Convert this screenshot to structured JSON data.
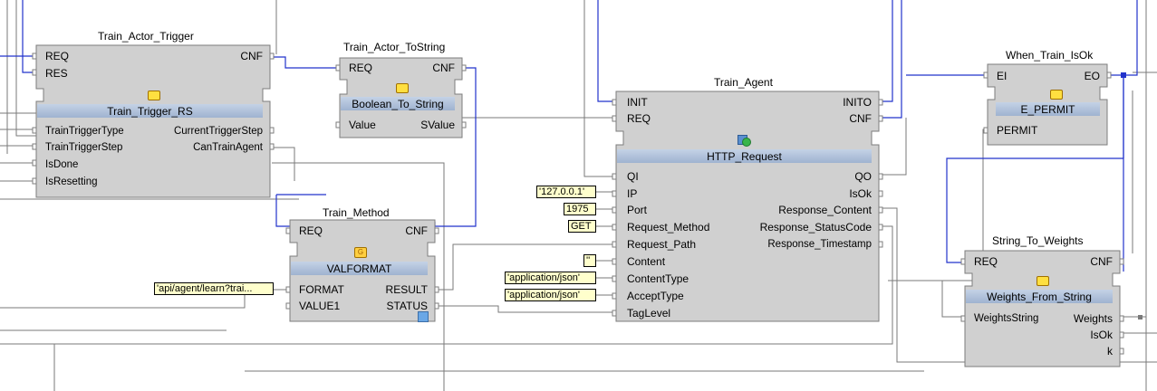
{
  "colors": {
    "event_wire": "#2233cc",
    "data_wire": "#777777",
    "block_fill": "#cfcfcf",
    "type_band": "#aabcd6",
    "const_fill": "#ffffcc"
  },
  "blocks": {
    "train_actor_trigger": {
      "name": "Train_Actor_Trigger",
      "type": "Train_Trigger_RS",
      "ev_in": [
        "REQ",
        "RES"
      ],
      "ev_out": [
        "CNF"
      ],
      "data_in": [
        "TrainTriggerType",
        "TrainTriggerStep",
        "IsDone",
        "IsResetting"
      ],
      "data_out": [
        "CurrentTriggerStep",
        "CanTrainAgent"
      ]
    },
    "train_actor_tostring": {
      "name": "Train_Actor_ToString",
      "type": "Boolean_To_String",
      "ev_in": [
        "REQ"
      ],
      "ev_out": [
        "CNF"
      ],
      "data_in": [
        "Value"
      ],
      "data_out": [
        "SValue"
      ]
    },
    "train_method": {
      "name": "Train_Method",
      "type": "VALFORMAT",
      "ev_in": [
        "REQ"
      ],
      "ev_out": [
        "CNF"
      ],
      "data_in": [
        "FORMAT",
        "VALUE1"
      ],
      "data_out": [
        "RESULT",
        "STATUS"
      ]
    },
    "train_agent": {
      "name": "Train_Agent",
      "type": "HTTP_Request",
      "ev_in": [
        "INIT",
        "REQ"
      ],
      "ev_out": [
        "INITO",
        "CNF"
      ],
      "data_in": [
        "QI",
        "IP",
        "Port",
        "Request_Method",
        "Request_Path",
        "Content",
        "ContentType",
        "AcceptType",
        "TagLevel"
      ],
      "data_out": [
        "QO",
        "IsOk",
        "Response_Content",
        "Response_StatusCode",
        "Response_Timestamp"
      ]
    },
    "when_train_isok": {
      "name": "When_Train_IsOk",
      "type": "E_PERMIT",
      "ev_in": [
        "EI"
      ],
      "ev_out": [
        "EO"
      ],
      "data_in": [
        "PERMIT"
      ],
      "data_out": []
    },
    "string_to_weights": {
      "name": "String_To_Weights",
      "type": "Weights_From_String",
      "ev_in": [
        "REQ"
      ],
      "ev_out": [
        "CNF"
      ],
      "data_in": [
        "WeightsString"
      ],
      "data_out": [
        "Weights",
        "IsOk",
        "k"
      ]
    }
  },
  "constants": {
    "ip": "'127.0.0.1'",
    "port": "1975",
    "method": "GET",
    "content": "''",
    "content_type": "'application/json'",
    "accept_type": "'application/json'",
    "format": "'api/agent/learn?trai..."
  },
  "icons": {
    "fb": "function-block-icon",
    "service": "service-icon",
    "generic": "generic-fb-icon"
  }
}
